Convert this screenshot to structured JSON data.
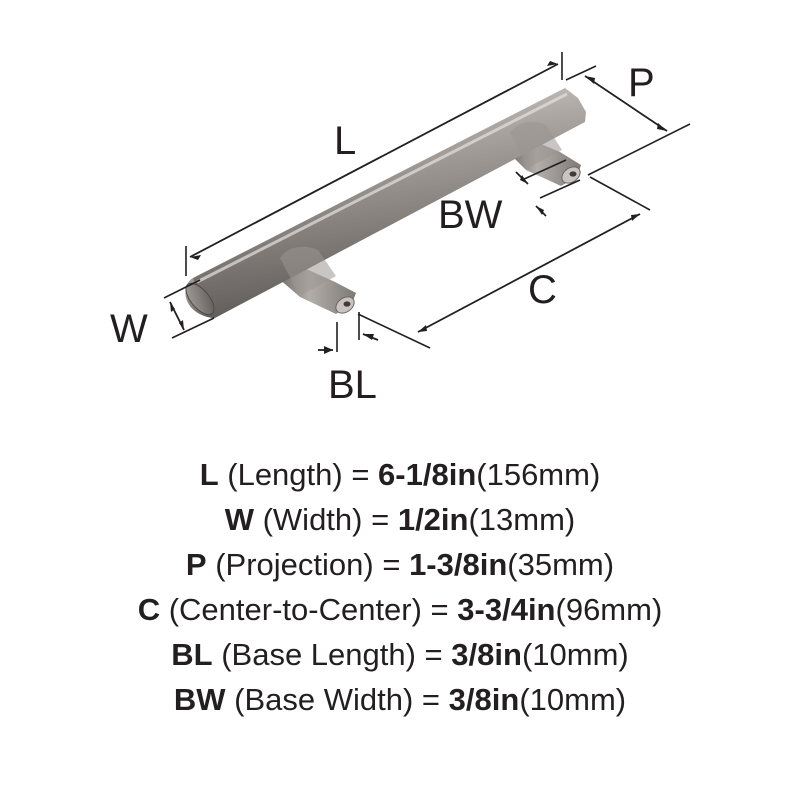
{
  "diagram": {
    "labels": {
      "L": "L",
      "P": "P",
      "BW": "BW",
      "C": "C",
      "W": "W",
      "BL": "BL"
    },
    "colors": {
      "ink": "#231f20",
      "metal_light": "#cfcac6",
      "metal_mid": "#8f8a86",
      "metal_dark": "#55514e"
    }
  },
  "specs": [
    {
      "code": "L",
      "name": " (Length) = ",
      "imperial": "6-1/8in",
      "metric": "(156mm)"
    },
    {
      "code": "W",
      "name": " (Width) = ",
      "imperial": "1/2in",
      "metric": "(13mm)"
    },
    {
      "code": "P",
      "name": " (Projection) = ",
      "imperial": "1-3/8in",
      "metric": "(35mm)"
    },
    {
      "code": "C",
      "name": " (Center-to-Center) = ",
      "imperial": "3-3/4in",
      "metric": "(96mm)"
    },
    {
      "code": "BL",
      "name": " (Base Length) = ",
      "imperial": "3/8in",
      "metric": "(10mm)"
    },
    {
      "code": "BW",
      "name": " (Base Width) = ",
      "imperial": "3/8in",
      "metric": "(10mm)"
    }
  ]
}
